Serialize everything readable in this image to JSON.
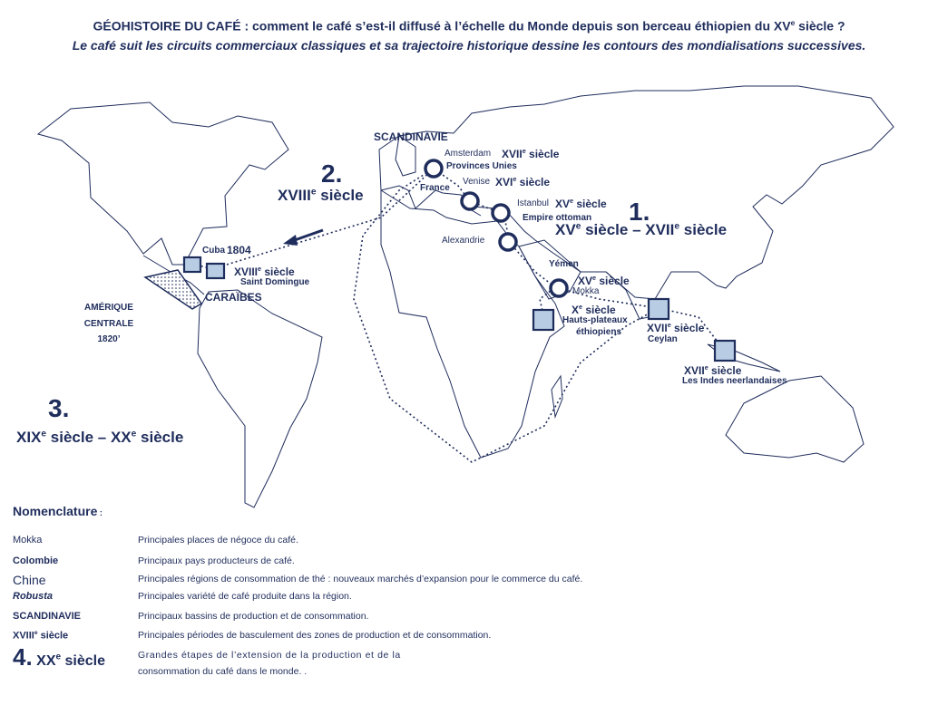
{
  "title": {
    "line1": "GÉOHISTOIRE DU CAFÉ : comment le café s’est-il diffusé à l’échelle du Monde depuis son berceau éthiopien du XV",
    "line1_sup": "e",
    "line1_end": " siècle ?",
    "line2": "Le café suit les circuits commerciaux classiques et sa trajectoire historique dessine les contours des mondialisations successives."
  },
  "map": {
    "labels": {
      "scandinavie": "SCANDINAVIE",
      "amsterdam": "Amsterdam",
      "amsterdam_century": "XVII",
      "provinces_unies": "Provinces Unies",
      "france": "France",
      "venise": "Venise",
      "venise_century": "XVI",
      "istanbul": "Istanbul",
      "istanbul_century": "XV",
      "empire_ottoman": "Empire ottoman",
      "alexandrie": "Alexandrie",
      "yemen": "Yémen",
      "mokka_century": "XV",
      "mokka": "Mokka",
      "hauts_century": "X",
      "hauts_plateaux_1": "Hauts-plateaux",
      "hauts_plateaux_2": "éthiopiens",
      "ceylan_century": "XVII",
      "ceylan": "Ceylan",
      "indes_century": "XVII",
      "indes": "Les Indes neerlandaises",
      "cuba": "Cuba",
      "cuba_year": "1804",
      "sd_century": "XVIII",
      "saint_domingue": "Saint Domingue",
      "caraibes": "CARAÏBES",
      "am_central_1": "AMÉRIQUE",
      "am_central_2": "CENTRALE",
      "am_central_3": "1820’",
      "siecle": " siècle",
      "sup_e": "e"
    },
    "periods": {
      "p1_num": "1.",
      "p1_a": "XV",
      "p1_b": " siècle – XVII",
      "p1_c": " siècle",
      "p2_num": "2.",
      "p2_a": "XVIII",
      "p2_b": " siècle",
      "p3_num": "3.",
      "p3_a": "XIX",
      "p3_b": " siècle – XX",
      "p3_c": " siècle"
    }
  },
  "legend": {
    "heading": "Nomenclature",
    "heading_suffix": " :",
    "rows": [
      {
        "key": "Mokka",
        "desc": "Principales places de négoce du café."
      },
      {
        "key": "Colombie",
        "desc": "Principaux pays producteurs de café."
      },
      {
        "key": "Chine",
        "desc": "Principales régions de consommation de thé : nouveaux marchés d’expansion pour le commerce du café."
      },
      {
        "key": "Robusta",
        "desc": "Principales variété de café produite dans la région."
      },
      {
        "key": "SCANDINAVIE",
        "desc": "Principaux bassins de production et de consommation."
      },
      {
        "key": "XVIII",
        "key_sup": "e",
        "key_end": " siècle",
        "desc": "Principales périodes de basculement des zones de production et de consommation."
      },
      {
        "key_num": "4.",
        "key": "XX",
        "key_sup": "e",
        "key_end": " siècle",
        "desc": "Grandes étapes de l’extension de la production et de la",
        "desc2": "consommation du café dans le monde. ."
      }
    ]
  },
  "colors": {
    "navy": "#1f2d5c",
    "box_fill": "#b8cce4"
  }
}
